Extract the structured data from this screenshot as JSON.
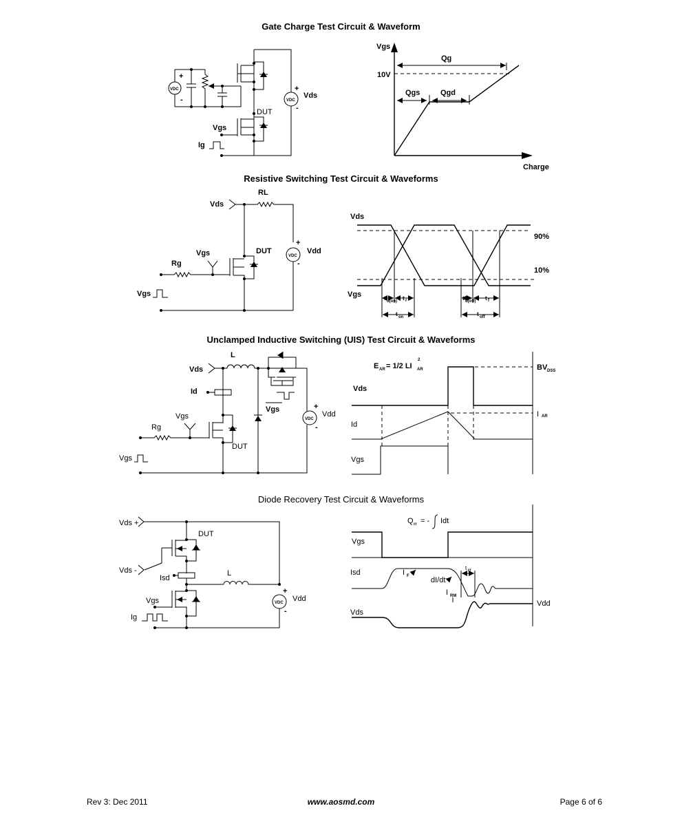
{
  "sections": {
    "gate_charge": {
      "title": "Gate Charge Test Circuit & Waveform",
      "circuit": {
        "vdc1": "VDC",
        "plus": "+",
        "minus": "-",
        "vdc2": "VDC",
        "vds": "Vds",
        "dut": "DUT",
        "vgs": "Vgs",
        "ig": "Ig"
      },
      "waveform": {
        "ylabel": "Vgs",
        "xlabel": "Charge",
        "qg": "Qg",
        "v10": "10V",
        "qgs": "Qgs",
        "qgd": "Qgd"
      }
    },
    "resistive": {
      "title": "Resistive Switching Test Circuit & Waveforms",
      "circuit": {
        "rl": "RL",
        "vds": "Vds",
        "vgs": "Vgs",
        "dut": "DUT",
        "rg": "Rg",
        "vgs_in": "Vgs",
        "vdc": "VDC",
        "vdd": "Vdd",
        "plus": "+",
        "minus": "-"
      },
      "waveform": {
        "vds": "Vds",
        "vgs": "Vgs",
        "p90": "90%",
        "p10": "10%",
        "tdon": "d(on)",
        "tr": "r",
        "ton": "on",
        "tdoff": "d(off)",
        "tf": "f",
        "toff": "off",
        "t": "t"
      }
    },
    "uis": {
      "title": "Unclamped Inductive Switching (UIS) Test Circuit & Waveforms",
      "circuit": {
        "l": "L",
        "vds": "Vds",
        "id": "Id",
        "vgs_bar": "Vgs",
        "vgs": "Vgs",
        "rg": "Rg",
        "dut": "DUT",
        "vgs_in": "Vgs",
        "vdc": "VDC",
        "vdd": "Vdd",
        "plus": "+",
        "minus": "-"
      },
      "waveform": {
        "ear_e": "E",
        "ear_sub": "AR",
        "ear_eq": "= 1/2 LI",
        "ear_sup": "2",
        "bvdss": "BV",
        "bvdss_sub": "DSS",
        "vds": "Vds",
        "id": "Id",
        "iar": "I",
        "iar_sub": "AR",
        "vgs": "Vgs"
      }
    },
    "diode": {
      "title": "Diode Recovery Test Circuit & Waveforms",
      "circuit": {
        "vds_plus": "Vds +",
        "dut": "DUT",
        "vds_minus": "Vds -",
        "isd": "Isd",
        "l": "L",
        "vgs": "Vgs",
        "ig": "Ig",
        "vdc": "VDC",
        "vdd": "Vdd",
        "plus": "+",
        "minus": "-"
      },
      "waveform": {
        "qrr": "Q",
        "qrr_sub": "rr",
        "qrr_eq": "= -",
        "idt": "Idt",
        "vgs": "Vgs",
        "isd": "Isd",
        "if": "I",
        "if_sub": "F",
        "didt": "dI/dt",
        "trr": "t",
        "trr_sub": "rr",
        "irm": "I",
        "irm_sub": "RM",
        "vds": "Vds",
        "vdd": "Vdd"
      }
    }
  },
  "footer": {
    "rev": "Rev 3: Dec 2011",
    "url": "www.aosmd.com",
    "page": "Page 6 of 6"
  }
}
